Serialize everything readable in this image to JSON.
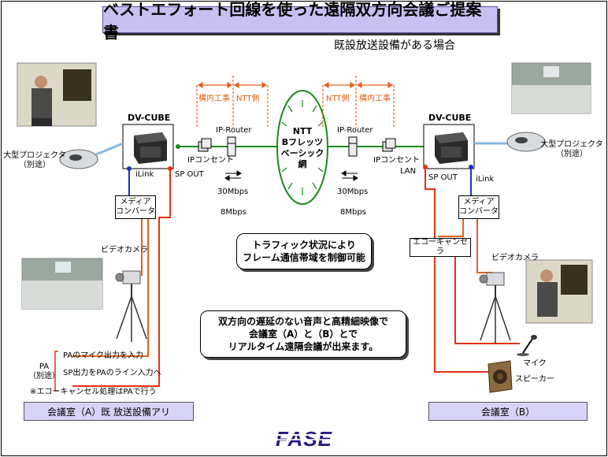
{
  "title": "ベストエフォート回線を使った遠隔双方向会議ご提案書",
  "subtitle": "既設放送設備がある場合",
  "left": {
    "device": "DV-CUBE",
    "projector": [
      "大型プロジェクタ",
      "（別途）"
    ],
    "ilink": "iLink",
    "spout": "SP OUT",
    "media_converter": [
      "メディア",
      "コンバータ"
    ],
    "camera": "ビデオカメラ",
    "ip_consent": "IPコンセント",
    "ip_router": "IP-Router",
    "work_inside": "構内工事",
    "ntt_side": "NTT側",
    "up_speed": "30Mbps",
    "down_speed": "8Mbps",
    "pa_label": [
      "PA",
      "（別途）"
    ],
    "pa_mic": "PAのマイク出力を入力",
    "pa_sp": "SP出力をPAのライン入力へ",
    "echo_note": "※エコーキャンセル処理はPAで行う",
    "room": "会議室（A）既 放送設備アリ"
  },
  "center": {
    "network": [
      "NTT",
      "Bフレッツ",
      "ベーシック",
      "網"
    ]
  },
  "right": {
    "device": "DV-CUBE",
    "projector": [
      "大型プロジェクタ",
      "（別途）"
    ],
    "lan": "LAN",
    "spout": "SP OUT",
    "ilink": "iLink",
    "media_converter": [
      "メディア",
      "コンバータ"
    ],
    "echo_canceller": "エコーキャンセラ",
    "camera": "ビデオカメラ",
    "mic": "マイク",
    "speaker": "スピーカー",
    "ip_consent": "IPコンセント",
    "ip_router": "IP-Router",
    "work_inside": "構内工事",
    "ntt_side": "NTT側",
    "up_speed": "30Mbps",
    "down_speed": "8Mbps",
    "room": "会議室（B）"
  },
  "messages": {
    "traffic": [
      "トラフィック状況により",
      "フレーム通信帯域を制御可能"
    ],
    "bidirectional": [
      "双方向の遅延のない音声と高精細映像で",
      "会議室（A）と（B）とで",
      "リアルタイム遠隔会議が出来ます。"
    ]
  },
  "logo": "FASE",
  "colors": {
    "title_bg": "#c8c0f0",
    "room_bg": "#d8d4f8",
    "network_line": "#1a8a1a",
    "orange_line": "#e8601c",
    "red_line": "#e83010",
    "blue_line": "#1a30c0",
    "light_blue_line": "#8ab8e0"
  }
}
